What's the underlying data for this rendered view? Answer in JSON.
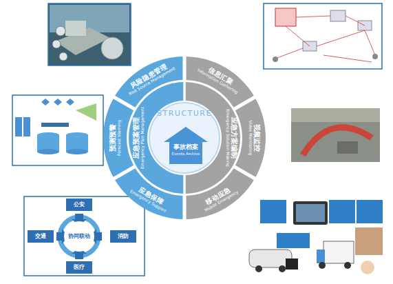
{
  "diagram": {
    "nodes": [
      {
        "text": [
          "风险隐患管理",
          "Risk Source Management"
        ]
      },
      {
        "text": [
          "信息汇聚",
          "Information Gathering"
        ]
      },
      {
        "text": [
          "视频监控",
          "Video Monitoring"
        ]
      },
      {
        "text": [
          "移动应急",
          "Mobile Emergency"
        ]
      },
      {
        "text": [
          "应急保障",
          "Emergency Support"
        ]
      },
      {
        "text": [
          "预测预警",
          "Forecast Warning"
        ]
      },
      {
        "text": [
          "应急预案管理",
          "Emergency Plan Management"
        ]
      },
      {
        "text": [
          "应急方案编制",
          "Emergency Solution Making"
        ]
      },
      {
        "text": [
          "STRUCTURE"
        ]
      },
      {
        "text": [
          "事故档案",
          "Events Archive"
        ],
        "in": 8
      },
      {
        "text": [
          "协同联动"
        ]
      },
      {
        "text": [
          "公安"
        ]
      },
      {
        "text": [
          "消防"
        ]
      },
      {
        "text": [
          "医疗"
        ]
      },
      {
        "text": [
          "交通"
        ]
      }
    ]
  }
}
